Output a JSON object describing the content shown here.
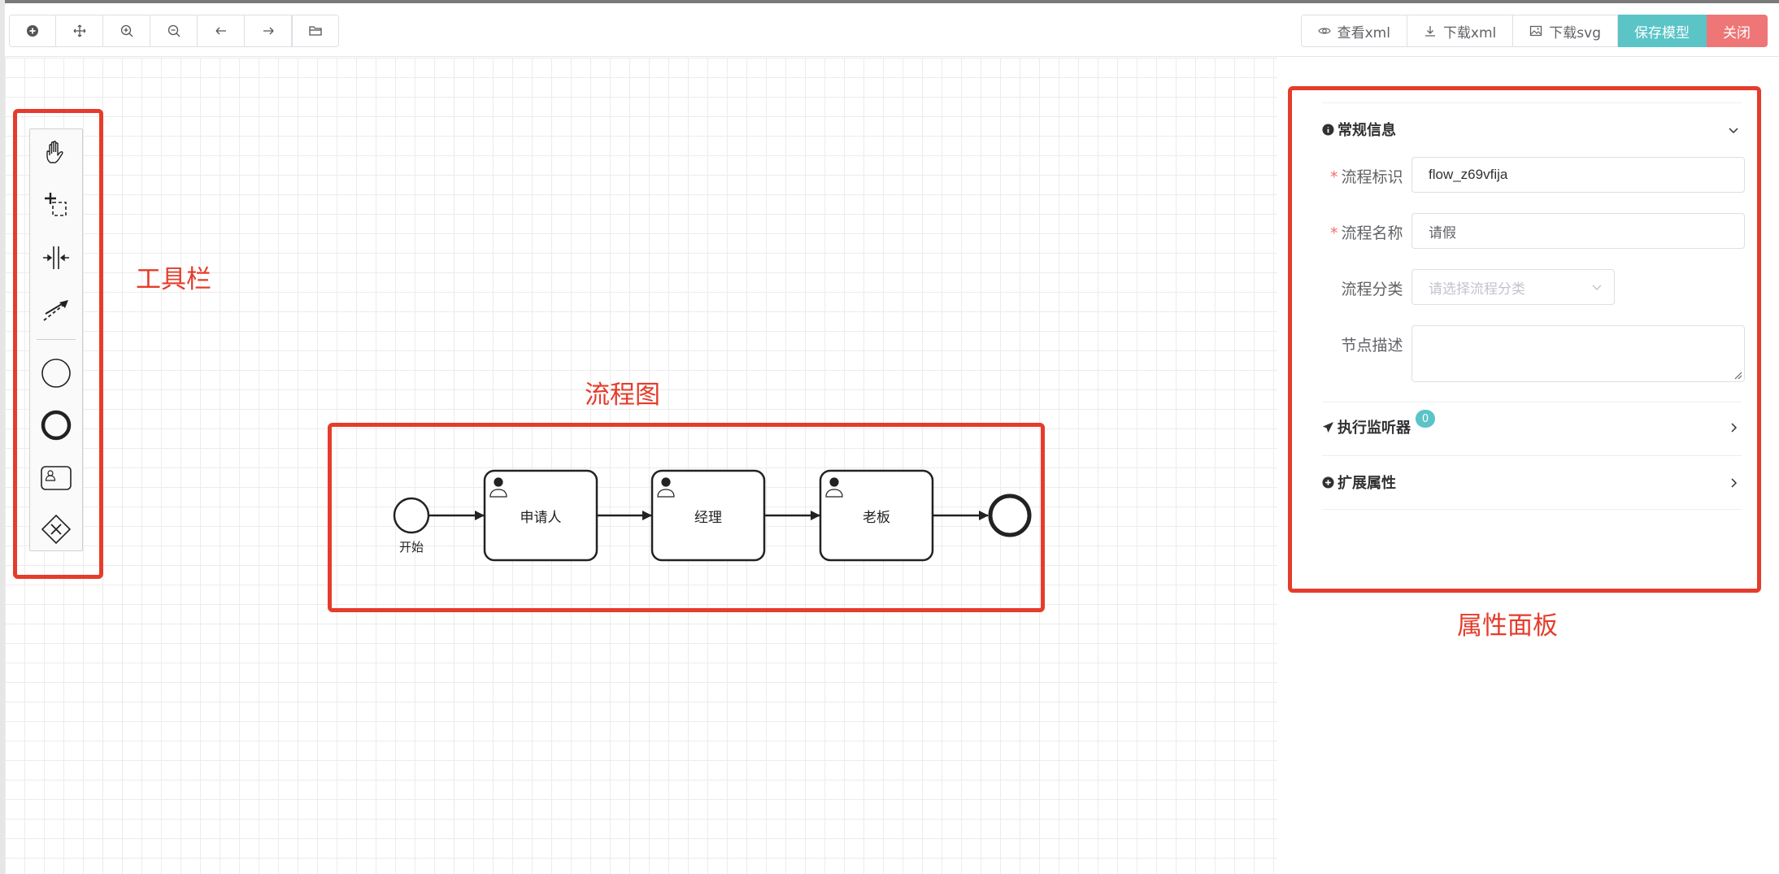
{
  "toolbar": {
    "left_icons": [
      "plus-circle-icon",
      "move-icon",
      "zoom-in-icon",
      "zoom-out-icon",
      "undo-icon",
      "redo-icon",
      "folder-open-icon"
    ],
    "view_xml": "查看xml",
    "download_xml": "下载xml",
    "download_svg": "下载svg",
    "save_model": "保存模型",
    "close": "关闭"
  },
  "palette": {
    "tools": [
      "hand-tool-icon",
      "lasso-tool-icon",
      "space-tool-icon",
      "connect-tool-icon",
      "start-event-icon",
      "end-event-icon",
      "user-task-icon",
      "exclusive-gateway-icon"
    ]
  },
  "annotations": {
    "toolbar_label": "工具栏",
    "diagram_label": "流程图",
    "panel_label": "属性面板"
  },
  "diagram": {
    "start_label": "开始",
    "tasks": [
      "申请人",
      "经理",
      "老板"
    ]
  },
  "panel": {
    "general_title": "常规信息",
    "process_id_label": "流程标识",
    "process_id_value": "flow_z69vfija",
    "process_name_label": "流程名称",
    "process_name_value": "请假",
    "category_label": "流程分类",
    "category_placeholder": "请选择流程分类",
    "description_label": "节点描述",
    "listener_title": "执行监听器",
    "listener_count": "0",
    "extension_title": "扩展属性"
  },
  "colors": {
    "accent": "#5ac4c7",
    "danger": "#ee7676",
    "annotation": "#e53c2b"
  }
}
